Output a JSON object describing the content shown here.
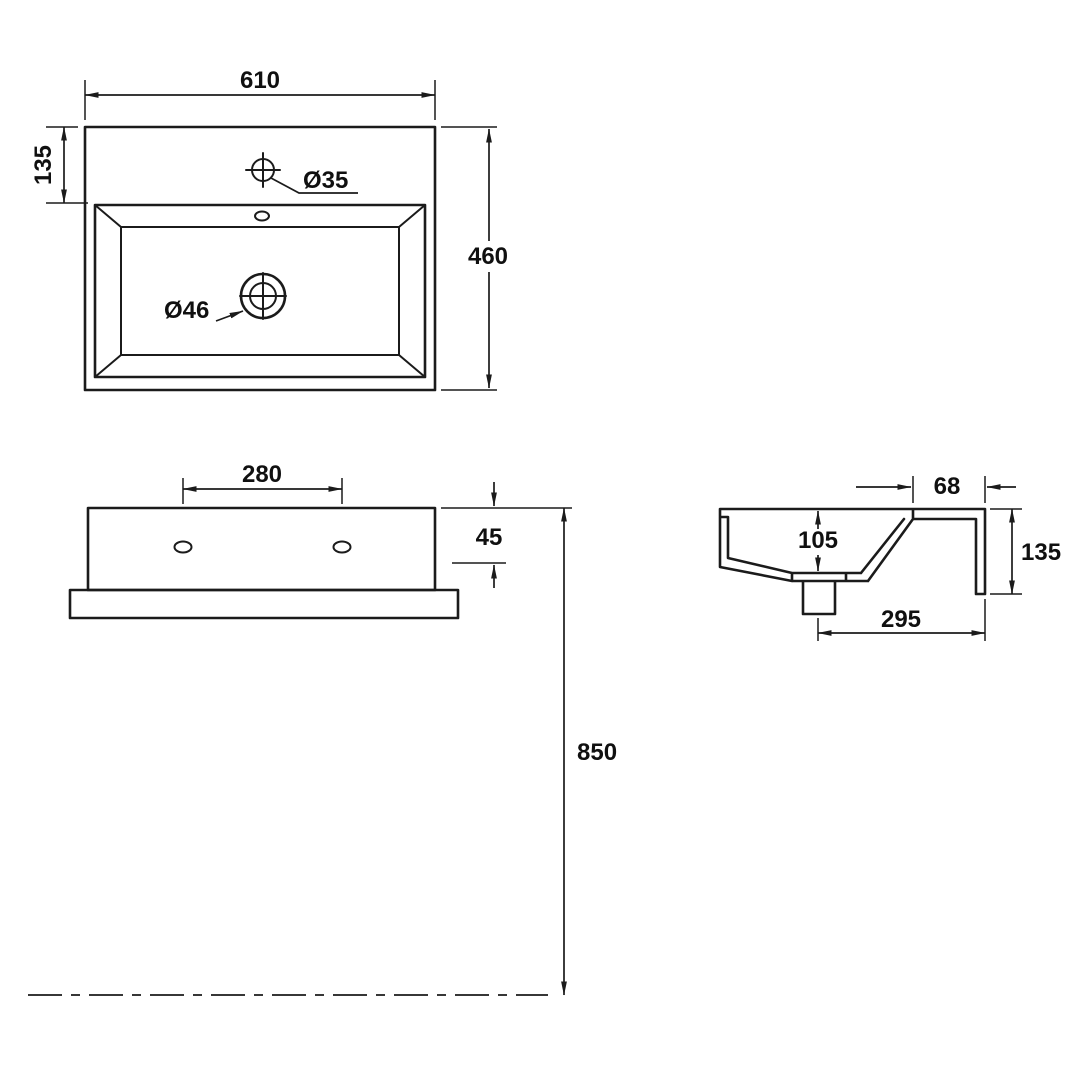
{
  "colors": {
    "line": "#1b1b1b",
    "background": "#ffffff"
  },
  "views": {
    "plan": {
      "dims": {
        "width": "610",
        "tap_setback": "135",
        "depth": "460",
        "tap_hole": "Ø35",
        "drain": "Ø46"
      }
    },
    "front": {
      "dims": {
        "hole_spacing": "280",
        "top_offset": "45",
        "mounting_height": "850"
      }
    },
    "section": {
      "dims": {
        "deck": "68",
        "bowl_depth": "105",
        "height": "135",
        "drain_offset": "295"
      }
    }
  }
}
